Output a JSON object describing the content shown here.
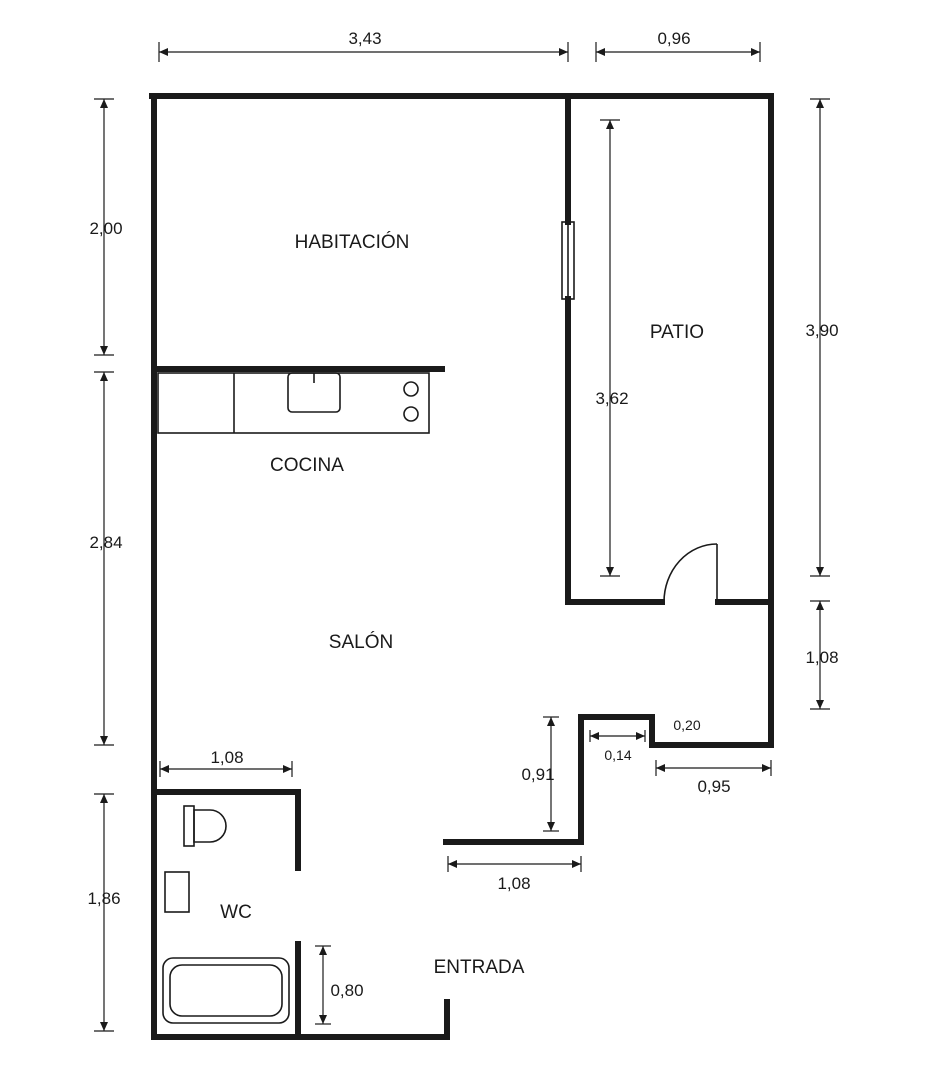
{
  "rooms": {
    "habitacion": "HABITACIÓN",
    "patio": "PATIO",
    "cocina": "COCINA",
    "salon": "SALÓN",
    "wc": "WC",
    "entrada": "ENTRADA"
  },
  "dimensions": {
    "top_width_main": "3,43",
    "top_width_patio": "0,96",
    "left_habitacion": "2,00",
    "left_salon": "2,84",
    "left_wc": "1,86",
    "patio_inner": "3,62",
    "right_patio": "3,90",
    "right_lower": "1,08",
    "wc_width": "1,08",
    "step_height": "0,91",
    "step_small": "0,14",
    "step_right": "0,20",
    "bottom_right": "0,95",
    "entrance_step": "1,08",
    "entrance_door": "0,80"
  }
}
